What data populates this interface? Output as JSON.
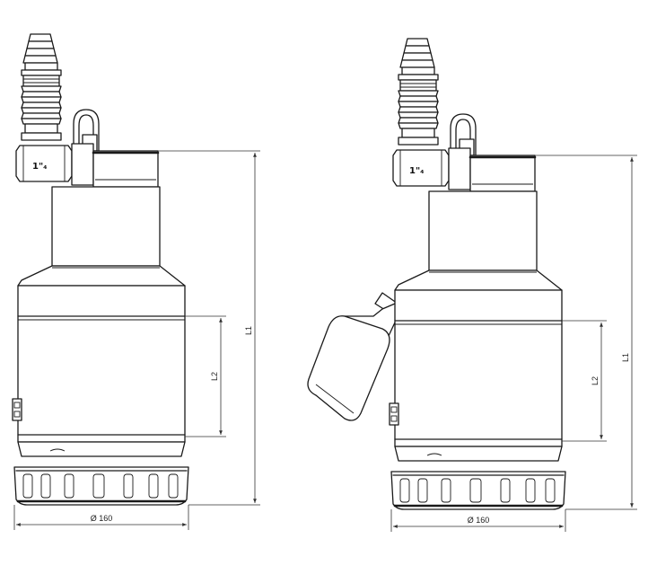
{
  "views": [
    {
      "id": "front",
      "thread": "1\"₄",
      "diameter": "Ø 160",
      "dim_l1": "L1",
      "dim_l2": "L2"
    },
    {
      "id": "side-with-float",
      "thread": "1\"₄",
      "diameter": "Ø 160",
      "dim_l1": "L1",
      "dim_l2": "L2"
    }
  ]
}
